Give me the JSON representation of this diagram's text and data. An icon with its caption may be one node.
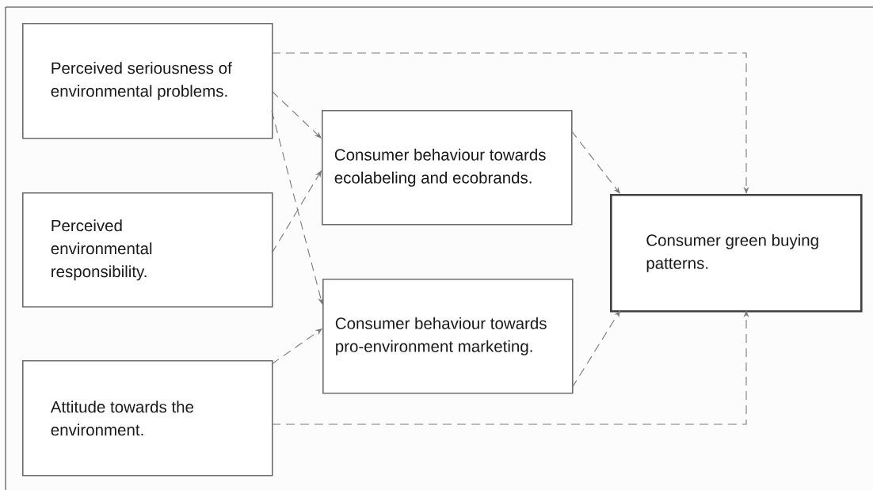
{
  "diagram": {
    "nodes": [
      {
        "text": [
          "Perceived seriousness of environmental problems."
        ]
      },
      {
        "text": [
          "Perceived environmental responsibility."
        ]
      },
      {
        "text": [
          "Attitude towards the environment."
        ]
      },
      {
        "text": [
          "Consumer behaviour towards ecolabeling and ecobrands."
        ]
      },
      {
        "text": [
          "Consumer behaviour towards pro-environment marketing."
        ]
      },
      {
        "text": [
          "Consumer green buying patterns."
        ]
      }
    ],
    "edges": [
      {
        "from": 0,
        "to": 5,
        "arrow": "to",
        "style": "dashed"
      },
      {
        "from": 0,
        "to": 3,
        "arrow": "to",
        "style": "dashed"
      },
      {
        "from": 0,
        "to": 4,
        "arrow": "to",
        "style": "dashed"
      },
      {
        "from": 1,
        "to": 3,
        "arrow": "to",
        "style": "dashed"
      },
      {
        "from": 2,
        "to": 4,
        "arrow": "to",
        "style": "dashed"
      },
      {
        "from": 3,
        "to": 5,
        "arrow": "to",
        "style": "dashed"
      },
      {
        "from": 4,
        "to": 5,
        "arrow": "to",
        "style": "dashed"
      },
      {
        "from": 2,
        "to": 5,
        "arrow": "to",
        "style": "dashed"
      }
    ]
  }
}
